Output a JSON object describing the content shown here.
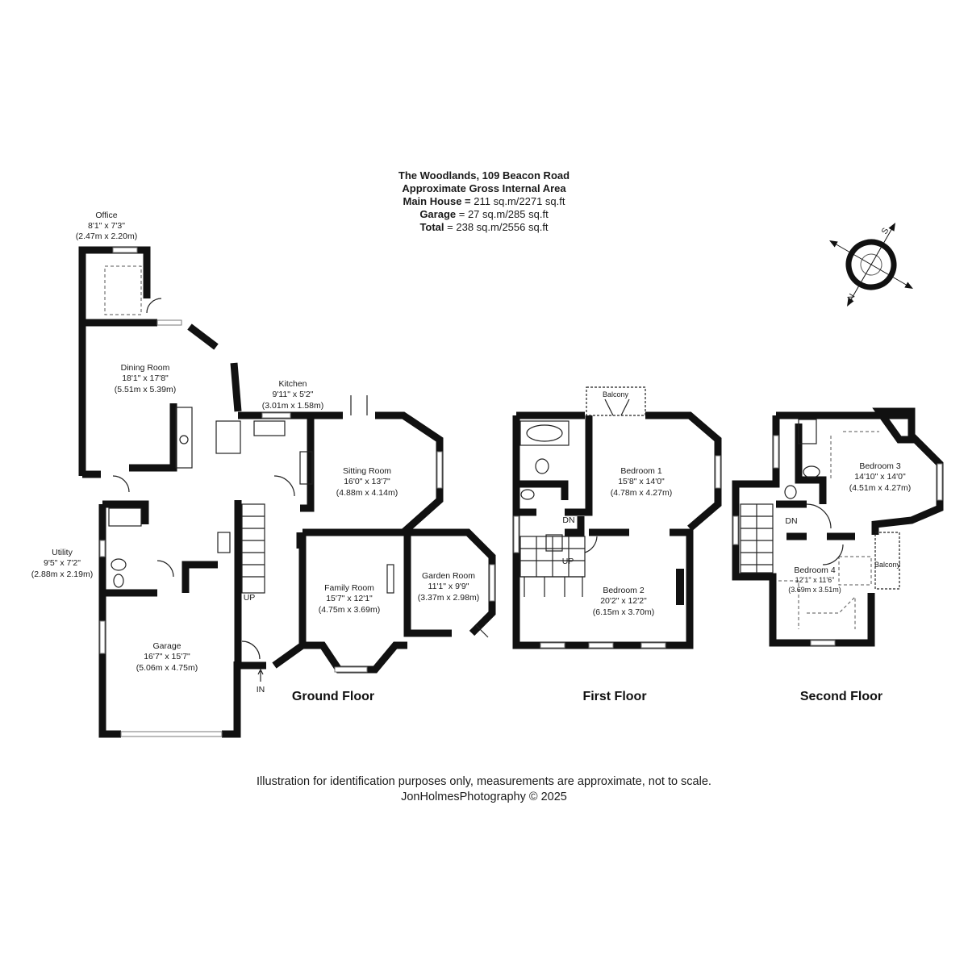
{
  "header": {
    "title": "The Woodlands, 109 Beacon Road",
    "subtitle": "Approximate Gross Internal Area",
    "main_house_label": "Main House =",
    "main_house_value": "211 sq.m/2271 sq.ft",
    "garage_label": "Garage",
    "garage_value": "= 27 sq.m/285 sq.ft",
    "total_label": "Total",
    "total_value": "= 238 sq.m/2556 sq.ft"
  },
  "compass": {
    "north": "N",
    "south": "S"
  },
  "ground_floor": {
    "label": "Ground Floor",
    "rooms": [
      {
        "name": "Office",
        "imperial": "8'1\" x 7'3\"",
        "metric": "(2.47m x 2.20m)"
      },
      {
        "name": "Dining Room",
        "imperial": "18'1\" x 17'8\"",
        "metric": "(5.51m x 5.39m)"
      },
      {
        "name": "Kitchen",
        "imperial": "9'11\" x 5'2\"",
        "metric": "(3.01m x 1.58m)"
      },
      {
        "name": "Sitting Room",
        "imperial": "16'0\" x 13'7\"",
        "metric": "(4.88m x 4.14m)"
      },
      {
        "name": "Utility",
        "imperial": "9'5\" x 7'2\"",
        "metric": "(2.88m x 2.19m)"
      },
      {
        "name": "Family Room",
        "imperial": "15'7\" x 12'1\"",
        "metric": "(4.75m x 3.69m)"
      },
      {
        "name": "Garden Room",
        "imperial": "11'1\" x 9'9\"",
        "metric": "(3.37m x 2.98m)"
      },
      {
        "name": "Garage",
        "imperial": "16'7\" x 15'7\"",
        "metric": "(5.06m x 4.75m)"
      }
    ],
    "up": "UP",
    "in": "IN"
  },
  "first_floor": {
    "label": "First Floor",
    "balcony": "Balcony",
    "dn": "DN",
    "up": "UP",
    "rooms": [
      {
        "name": "Bedroom 1",
        "imperial": "15'8\" x 14'0\"",
        "metric": "(4.78m x 4.27m)"
      },
      {
        "name": "Bedroom 2",
        "imperial": "20'2\" x 12'2\"",
        "metric": "(6.15m x 3.70m)"
      }
    ]
  },
  "second_floor": {
    "label": "Second Floor",
    "balcony": "Balcony",
    "dn": "DN",
    "rooms": [
      {
        "name": "Bedroom 3",
        "imperial": "14'10\" x 14'0\"",
        "metric": "(4.51m x 4.27m)"
      },
      {
        "name": "Bedroom 4",
        "imperial": "12'1\" x 11'6\"",
        "metric": "(3.69m x 3.51m)"
      }
    ]
  },
  "footer": {
    "disclaimer": "Illustration for identification purposes only, measurements are approximate, not to scale.",
    "credit": "JonHolmesPhotography © 2025"
  }
}
